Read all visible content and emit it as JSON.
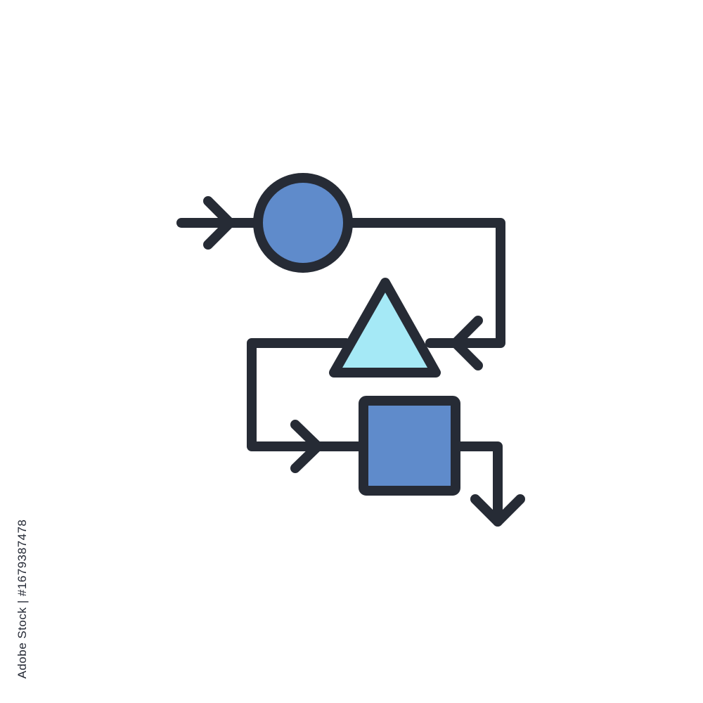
{
  "diagram": {
    "nodes": [
      {
        "id": "circle",
        "shape": "circle",
        "fill": "#5f8bcb"
      },
      {
        "id": "triangle",
        "shape": "triangle",
        "fill": "#a5e9f6"
      },
      {
        "id": "square",
        "shape": "square",
        "fill": "#5f8bcb"
      }
    ],
    "edges": [
      {
        "from": "entry",
        "to": "circle",
        "arrow": "chevron"
      },
      {
        "from": "circle",
        "to": "triangle",
        "arrow": "chevron"
      },
      {
        "from": "triangle",
        "to": "square",
        "arrow": "chevron"
      },
      {
        "from": "square",
        "to": "exit",
        "arrow": "chevron"
      }
    ],
    "stroke_color": "#262b35",
    "background": "#ffffff"
  },
  "watermark": {
    "stock_id": "Adobe Stock | #1679387478"
  }
}
